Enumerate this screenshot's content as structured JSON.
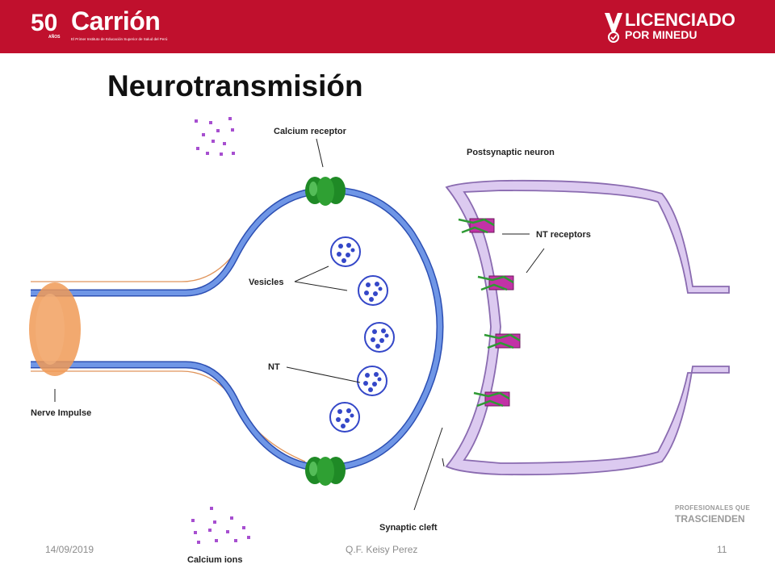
{
  "header": {
    "logo_left": {
      "number": "50",
      "anos": "AÑOS",
      "name": "Carrión",
      "subtitle": "El Primer Instituto de Educación Superior de Salud del Perú"
    },
    "logo_right": {
      "title": "LICENCIADO",
      "subtitle": "POR MINEDU"
    }
  },
  "slide": {
    "title": "Neurotransmisión"
  },
  "diagram": {
    "labels": {
      "calcium_receptor": "Calcium receptor",
      "postsynaptic_neuron": "Postsynaptic neuron",
      "nt_receptors": "NT receptors",
      "vesicles": "Vesicles",
      "nt": "NT",
      "nerve_impulse": "Nerve Impulse",
      "synaptic_cleft": "Synaptic cleft",
      "calcium_ions": "Calcium ions"
    },
    "colors": {
      "membrane": "#6f96e6",
      "membrane_edge": "#2c4fb3",
      "postsynaptic": "#dccaf0",
      "postsynaptic_edge": "#8a6bb0",
      "receptor_green": "#2fa033",
      "nt_receptor": "#c232a6",
      "vesicle": "#3447c8",
      "ion": "#a74fd0",
      "impulse": "#f09a56"
    }
  },
  "footer": {
    "date": "14/09/2019",
    "author": "Q.F. Keisy Perez",
    "page": "11",
    "tagline_line1": "PROFESIONALES QUE",
    "tagline_line2": "TRASCIENDEN"
  }
}
